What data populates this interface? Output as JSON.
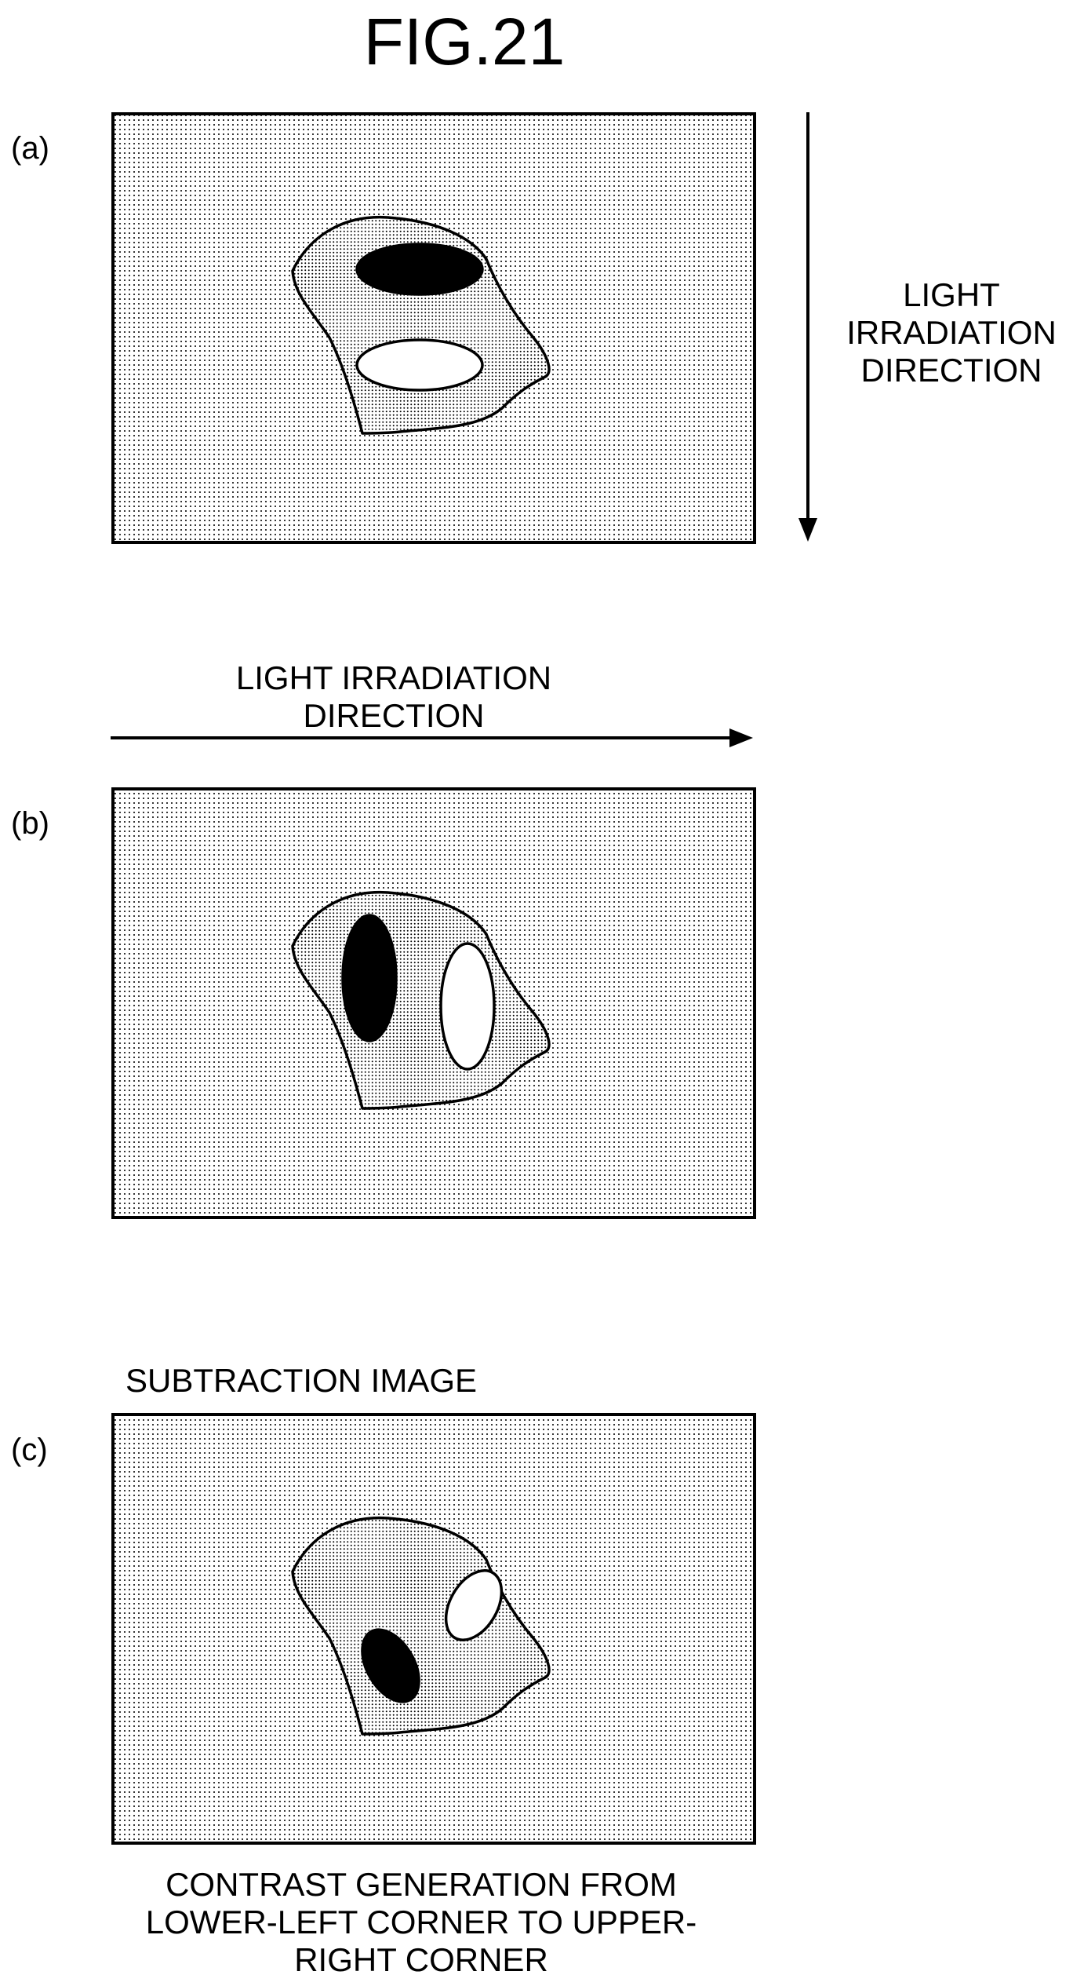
{
  "figure": {
    "title": "FIG.21",
    "panels": [
      {
        "label": "(a)",
        "caption_above": "",
        "caption_below": "",
        "arrow": {
          "direction": "down",
          "label": "LIGHT\nIRRADIATION\nDIRECTION"
        }
      },
      {
        "label": "(b)",
        "caption_above": "",
        "caption_below": "",
        "arrow": {
          "direction": "right",
          "label": "LIGHT IRRADIATION\nDIRECTION"
        }
      },
      {
        "label": "(c)",
        "caption_above": "SUBTRACTION IMAGE",
        "caption_below": "CONTRAST GENERATION FROM\nLOWER-LEFT CORNER TO UPPER-\nRIGHT CORNER",
        "arrow": null
      }
    ],
    "colors": {
      "ink": "#000000",
      "paper": "#ffffff"
    }
  }
}
